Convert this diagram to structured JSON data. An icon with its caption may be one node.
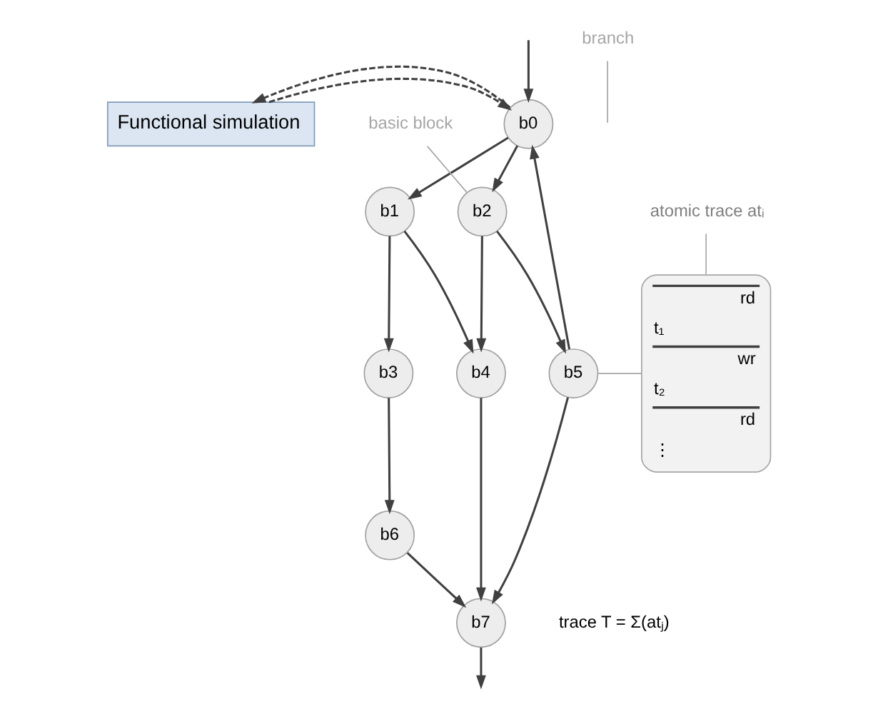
{
  "diagram": {
    "nodes": [
      {
        "text": [
          "Functional simulation"
        ]
      },
      {
        "text": [
          "b0"
        ]
      },
      {
        "text": [
          "b1"
        ]
      },
      {
        "text": [
          "b2"
        ]
      },
      {
        "text": [
          "b3"
        ]
      },
      {
        "text": [
          "b4"
        ]
      },
      {
        "text": [
          "b5"
        ]
      },
      {
        "text": [
          "b6"
        ]
      },
      {
        "text": [
          "b7"
        ]
      },
      {
        "text": [
          "branch"
        ]
      },
      {
        "text": [
          "basic block"
        ]
      },
      {
        "text": [
          "rd",
          "t₁",
          "wr",
          "t₂",
          "rd",
          "⋮"
        ]
      },
      {
        "text": [
          "atomic trace atᵢ"
        ]
      }
    ],
    "edges": [
      {
        "from": null,
        "to": 1,
        "arrow": "to"
      },
      {
        "from": 0,
        "to": 1,
        "arrow": "to",
        "style": "dashed"
      },
      {
        "from": 1,
        "to": 0,
        "arrow": "to",
        "style": "dashed"
      },
      {
        "from": 1,
        "to": 2,
        "arrow": "to"
      },
      {
        "from": 1,
        "to": 3,
        "arrow": "to"
      },
      {
        "from": 2,
        "to": 4,
        "arrow": "to"
      },
      {
        "from": 2,
        "to": 5,
        "arrow": "to"
      },
      {
        "from": 3,
        "to": 5,
        "arrow": "to"
      },
      {
        "from": 3,
        "to": 6,
        "arrow": "to"
      },
      {
        "from": 6,
        "to": 1,
        "arrow": "to"
      },
      {
        "from": 4,
        "to": 7,
        "arrow": "to"
      },
      {
        "from": 5,
        "to": 8,
        "arrow": "to"
      },
      {
        "from": 6,
        "to": 8,
        "arrow": "to"
      },
      {
        "from": 7,
        "to": 8,
        "arrow": "to"
      },
      {
        "from": 8,
        "to": null,
        "arrow": "to"
      },
      {
        "from": 9,
        "to": null,
        "arrow": "none",
        "color": "#a6a6a6"
      },
      {
        "from": 10,
        "to": 3,
        "arrow": "none",
        "color": "#a6a6a6"
      },
      {
        "from": 6,
        "to": 11,
        "arrow": "none",
        "color": "#a6a6a6"
      },
      {
        "from": 12,
        "to": 11,
        "arrow": "none",
        "color": "#a6a6a6"
      }
    ],
    "labels": [
      "trace T = Σ(atⱼ)"
    ]
  }
}
